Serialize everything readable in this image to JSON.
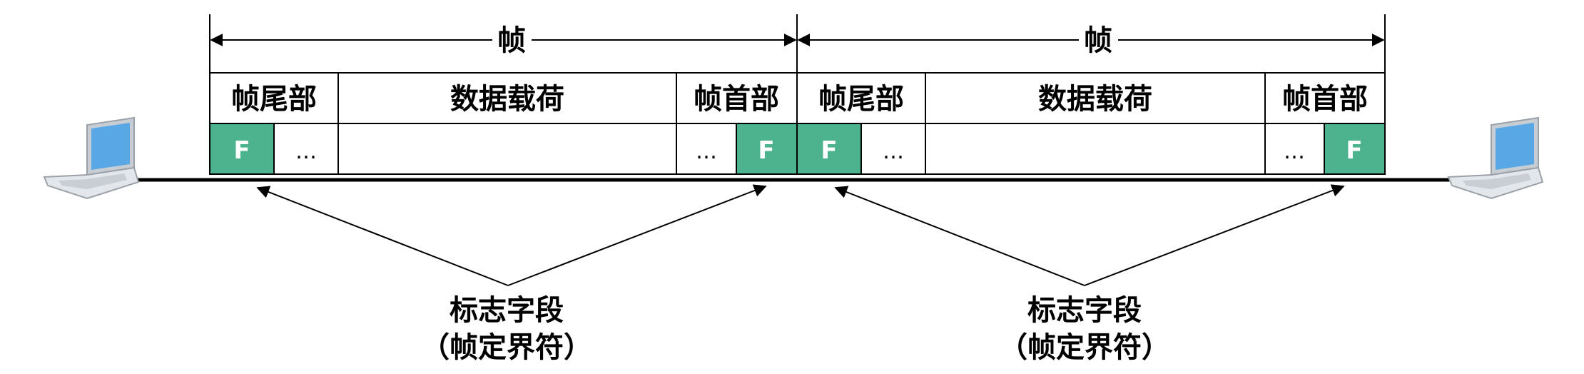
{
  "frames": [
    {
      "span_label": "帧",
      "trailer_label": "帧尾部",
      "payload_label": "数据载荷",
      "header_label": "帧首部",
      "flag_left": "F",
      "ellipsis_left": "…",
      "ellipsis_right": "…",
      "flag_right": "F"
    },
    {
      "span_label": "帧",
      "trailer_label": "帧尾部",
      "payload_label": "数据载荷",
      "header_label": "帧首部",
      "flag_left": "F",
      "ellipsis_left": "…",
      "ellipsis_right": "…",
      "flag_right": "F"
    }
  ],
  "callouts": [
    {
      "line1": "标志字段",
      "line2": "（帧定界符）"
    },
    {
      "line1": "标志字段",
      "line2": "（帧定界符）"
    }
  ],
  "endpoints": [
    {
      "icon": "laptop-icon"
    },
    {
      "icon": "laptop-icon"
    }
  ],
  "colors": {
    "flag_fill": "#4db38e",
    "flag_text": "#ffffff",
    "line": "#000000",
    "laptop_screen": "#5aa7e6",
    "laptop_body": "#d9dde2"
  }
}
